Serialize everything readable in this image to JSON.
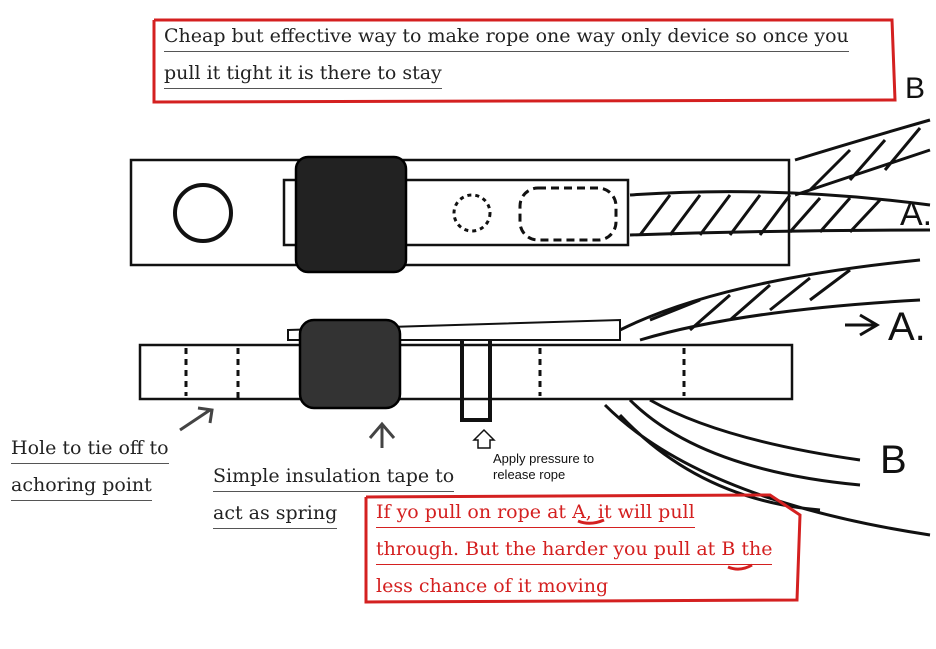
{
  "title": {
    "line1": "Cheap but effective way to make rope one way only device so once you",
    "line2": "pull it tight it is there to stay"
  },
  "labels": {
    "b_top": "B",
    "a_top": "A.",
    "a_side": "A.",
    "b_side": "B"
  },
  "notes": {
    "hole_line1": "Hole to tie off to",
    "hole_line2": "achoring point",
    "tape_line1": "Simple insulation tape to",
    "tape_line2": "act as spring",
    "pressure_line1": "Apply pressure to",
    "pressure_line2": "release rope"
  },
  "explanation": {
    "line1": "If yo pull on rope at A, it will pull",
    "line2": "through. But the harder you pull at B the",
    "line3": "less chance of it moving"
  },
  "colors": {
    "annotation_red": "#d42020",
    "ink": "#111111"
  }
}
